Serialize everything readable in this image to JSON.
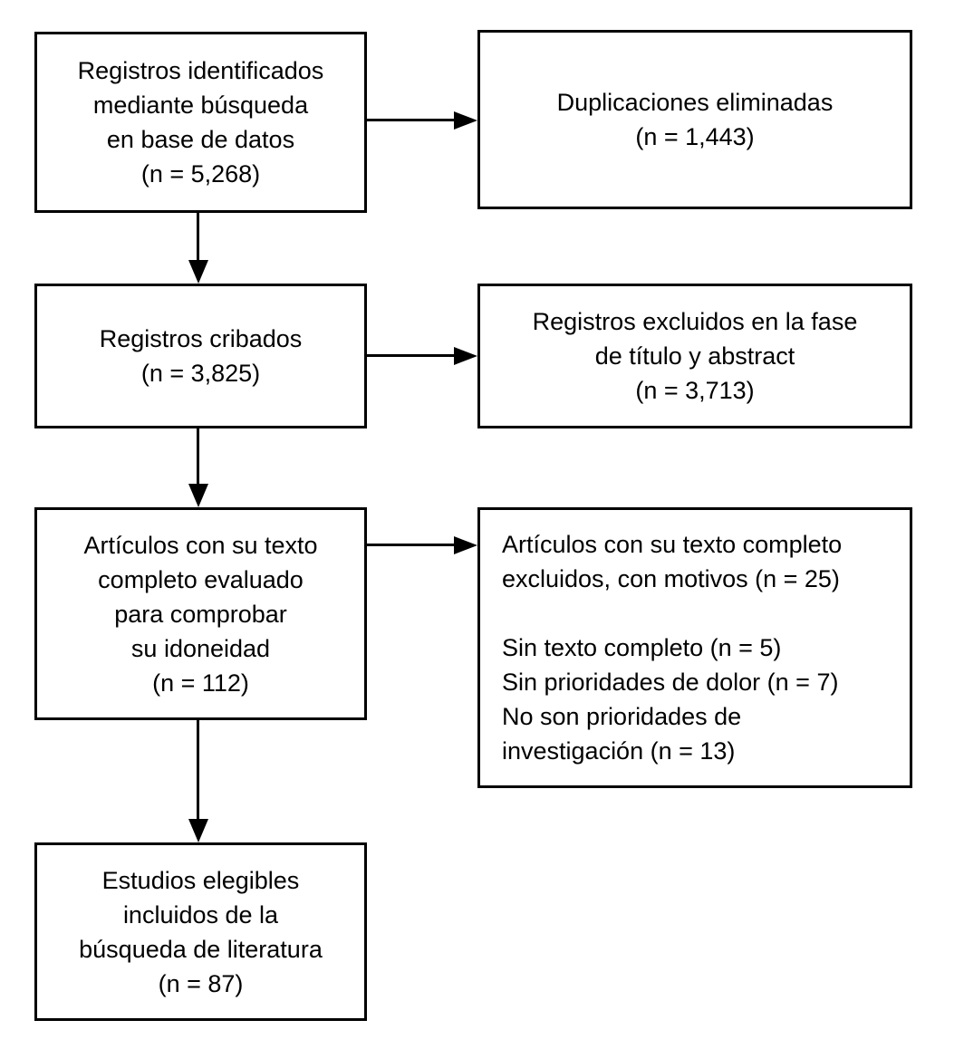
{
  "diagram": {
    "type": "flowchart",
    "language": "es",
    "colors": {
      "border": "#000000",
      "background": "#ffffff",
      "text": "#000000"
    },
    "boxes": {
      "identified": {
        "n": "5,268",
        "lines": [
          "Registros identificados",
          "mediante búsqueda",
          "en base de datos",
          "(n = 5,268)"
        ]
      },
      "duplicates_removed": {
        "n": "1,443",
        "lines": [
          "Duplicaciones eliminadas",
          "(n = 1,443)"
        ]
      },
      "screened": {
        "n": "3,825",
        "lines": [
          "Registros cribados",
          "(n = 3,825)"
        ]
      },
      "excluded_title_abstract": {
        "n": "3,713",
        "lines": [
          "Registros excluidos en la fase",
          "de título y abstract",
          "(n = 3,713)"
        ]
      },
      "fulltext_assessed": {
        "n": "112",
        "lines": [
          "Artículos con su texto",
          "completo evaluado",
          "para comprobar",
          "su idoneidad",
          "(n = 112)"
        ]
      },
      "fulltext_excluded": {
        "n": "25",
        "lines": [
          "Artículos con su texto completo",
          "excluidos, con motivos (n = 25)",
          "",
          "Sin texto completo (n = 5)",
          "Sin prioridades de dolor (n = 7)",
          "No son prioridades de",
          "investigación (n = 13)"
        ]
      },
      "included": {
        "n": "87",
        "lines": [
          "Estudios elegibles",
          "incluidos de la",
          "búsqueda de literatura",
          "(n = 87)"
        ]
      }
    },
    "edges": [
      {
        "from": "identified",
        "to": "duplicates_removed",
        "direction": "right"
      },
      {
        "from": "identified",
        "to": "screened",
        "direction": "down"
      },
      {
        "from": "screened",
        "to": "excluded_title_abstract",
        "direction": "right"
      },
      {
        "from": "screened",
        "to": "fulltext_assessed",
        "direction": "down"
      },
      {
        "from": "fulltext_assessed",
        "to": "fulltext_excluded",
        "direction": "right"
      },
      {
        "from": "fulltext_assessed",
        "to": "included",
        "direction": "down"
      }
    ]
  }
}
